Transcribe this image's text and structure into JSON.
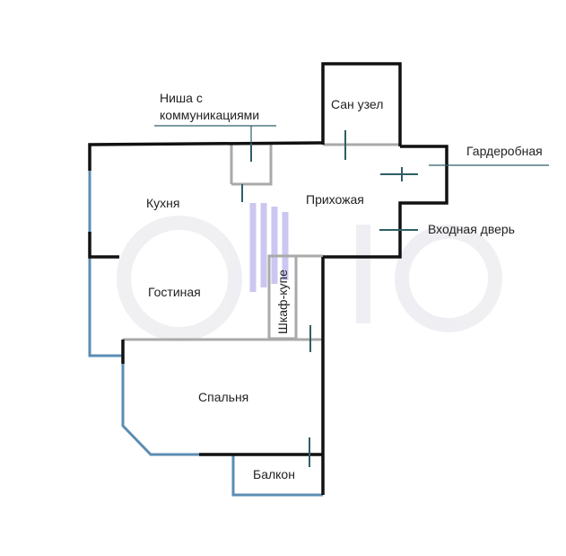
{
  "labels": {
    "niche_line1": "Ниша с",
    "niche_line2": "коммуникациями",
    "bathroom": "Сан узел",
    "wardrobe": "Гардеробная",
    "kitchen": "Кухня",
    "hallway": "Прихожая",
    "entrance_door": "Входная дверь",
    "living_room": "Гостиная",
    "closet": "Шкаф-купе",
    "bedroom": "Спальня",
    "balcony": "Балкон"
  },
  "colors": {
    "wall": "#111111",
    "window": "#5b8db3",
    "partition": "#a9a9a9",
    "door_marker": "#2f5f66",
    "text": "#222222",
    "watermark": "#e8e8ee",
    "watermark_accent": "#8f86e0"
  }
}
